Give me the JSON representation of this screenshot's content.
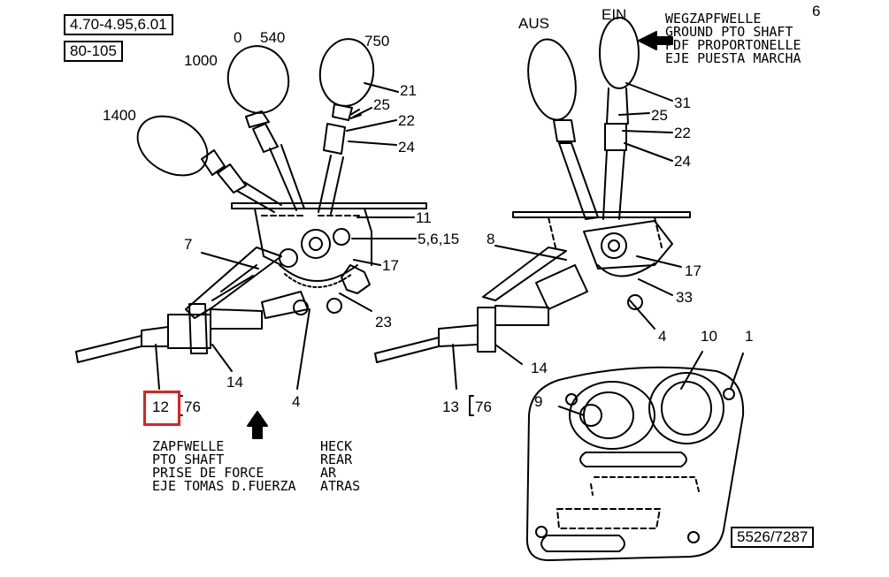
{
  "header": {
    "model_range": "4.70-4.95,6.01",
    "serial_range": "80-105",
    "page_number": "6"
  },
  "title_block": {
    "lines": [
      "WEGZAPFWELLE",
      "GROUND PTO SHAFT",
      "PDF PROPORTONELLE",
      "EJE PUESTA MARCHA"
    ]
  },
  "left_lever": {
    "speed_labels": [
      "0",
      "540",
      "1000",
      "750",
      "1400"
    ],
    "callouts": [
      "21",
      "25",
      "22",
      "24",
      "11",
      "5,6,15",
      "7",
      "17",
      "23",
      "14",
      "4"
    ]
  },
  "right_lever": {
    "position_labels": [
      "AUS",
      "EIN"
    ],
    "callouts": [
      "31",
      "25",
      "22",
      "24",
      "8",
      "17",
      "33",
      "4",
      "14"
    ]
  },
  "shaft_refs": {
    "left_part": "12",
    "left_ref": "76",
    "right_part": "13",
    "right_ref": "76"
  },
  "direction_legend": {
    "left_lines": [
      "ZAPFWELLE",
      "PTO SHAFT",
      "PRISE DE FORCE",
      "EJE TOMAS D.FUERZA"
    ],
    "right_lines": [
      "HECK",
      "REAR",
      "AR",
      "ATRAS"
    ]
  },
  "panel": {
    "callouts": [
      "10",
      "1",
      "9"
    ]
  },
  "drawing_number": "5526/7287",
  "highlight": {
    "target": "12"
  }
}
